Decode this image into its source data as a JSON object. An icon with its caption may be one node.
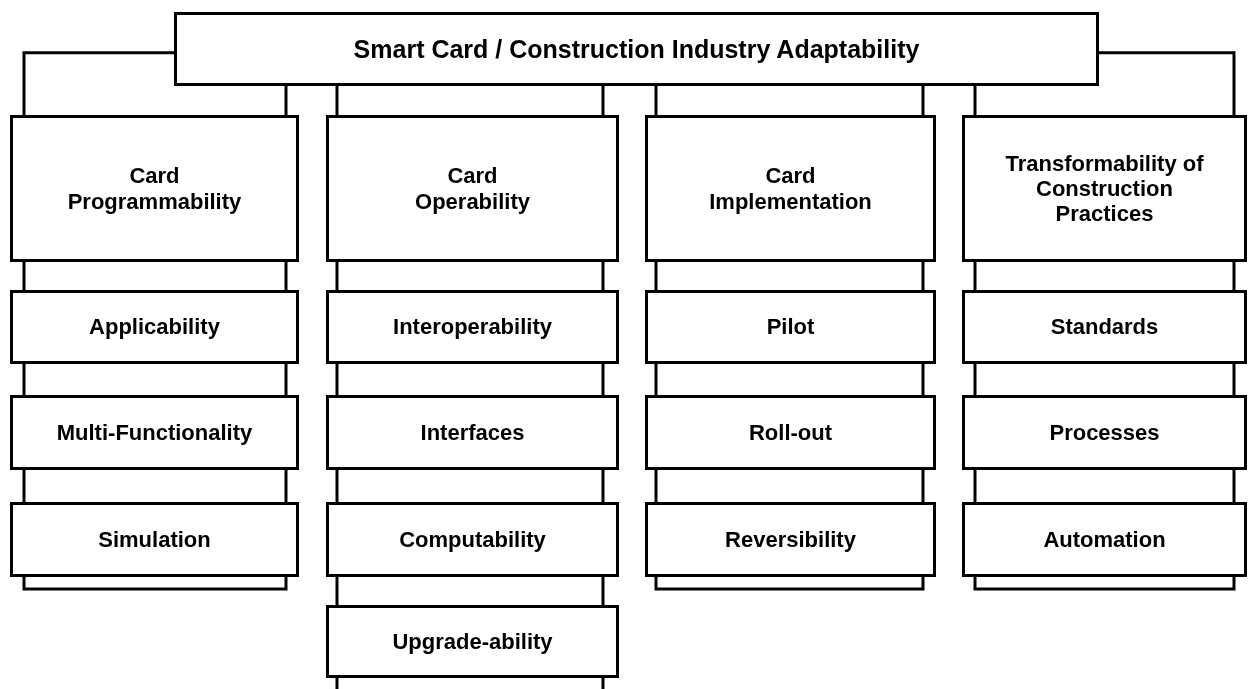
{
  "diagram": {
    "nodes": [
      {
        "text": [
          "Smart Card / Construction Industry Adaptability"
        ]
      },
      {
        "text": [
          "Card Programmability"
        ]
      },
      {
        "text": [
          "Applicability"
        ]
      },
      {
        "text": [
          "Multi-Functionality"
        ]
      },
      {
        "text": [
          "Simulation"
        ]
      },
      {
        "text": [
          "Card Operability"
        ]
      },
      {
        "text": [
          "Interoperability"
        ]
      },
      {
        "text": [
          "Interfaces"
        ]
      },
      {
        "text": [
          "Computability"
        ]
      },
      {
        "text": [
          "Upgrade-ability"
        ]
      },
      {
        "text": [
          "Card Implementation"
        ]
      },
      {
        "text": [
          "Pilot"
        ]
      },
      {
        "text": [
          "Roll-out"
        ]
      },
      {
        "text": [
          "Reversibility"
        ]
      },
      {
        "text": [
          "Transformability of Construction Practices"
        ]
      },
      {
        "text": [
          "Standards"
        ]
      },
      {
        "text": [
          "Processes"
        ]
      },
      {
        "text": [
          "Automation"
        ]
      }
    ],
    "edges": [
      {
        "from": 0,
        "to": 1,
        "arrow": "none"
      },
      {
        "from": 0,
        "to": 1,
        "arrow": "none"
      },
      {
        "from": 1,
        "to": 2,
        "arrow": "none"
      },
      {
        "from": 1,
        "to": 2,
        "arrow": "none"
      },
      {
        "from": 2,
        "to": 3,
        "arrow": "none"
      },
      {
        "from": 2,
        "to": 3,
        "arrow": "none"
      },
      {
        "from": 3,
        "to": 4,
        "arrow": "none"
      },
      {
        "from": 3,
        "to": 4,
        "arrow": "none"
      },
      {
        "from": 0,
        "to": 5,
        "arrow": "none"
      },
      {
        "from": 0,
        "to": 5,
        "arrow": "none"
      },
      {
        "from": 5,
        "to": 6,
        "arrow": "none"
      },
      {
        "from": 5,
        "to": 6,
        "arrow": "none"
      },
      {
        "from": 6,
        "to": 7,
        "arrow": "none"
      },
      {
        "from": 6,
        "to": 7,
        "arrow": "none"
      },
      {
        "from": 7,
        "to": 8,
        "arrow": "none"
      },
      {
        "from": 7,
        "to": 8,
        "arrow": "none"
      },
      {
        "from": 8,
        "to": 9,
        "arrow": "none"
      },
      {
        "from": 8,
        "to": 9,
        "arrow": "none"
      },
      {
        "from": 9,
        "to": null,
        "arrow": "none"
      },
      {
        "from": 9,
        "to": null,
        "arrow": "none"
      },
      {
        "from": 0,
        "to": 10,
        "arrow": "none"
      },
      {
        "from": 0,
        "to": 10,
        "arrow": "none"
      },
      {
        "from": 10,
        "to": 11,
        "arrow": "none"
      },
      {
        "from": 10,
        "to": 11,
        "arrow": "none"
      },
      {
        "from": 11,
        "to": 12,
        "arrow": "none"
      },
      {
        "from": 11,
        "to": 12,
        "arrow": "none"
      },
      {
        "from": 12,
        "to": 13,
        "arrow": "none"
      },
      {
        "from": 12,
        "to": 13,
        "arrow": "none"
      },
      {
        "from": 0,
        "to": 14,
        "arrow": "none"
      },
      {
        "from": 0,
        "to": 14,
        "arrow": "none"
      },
      {
        "from": 14,
        "to": 15,
        "arrow": "none"
      },
      {
        "from": 14,
        "to": 15,
        "arrow": "none"
      },
      {
        "from": 15,
        "to": 16,
        "arrow": "none"
      },
      {
        "from": 15,
        "to": 16,
        "arrow": "none"
      },
      {
        "from": 16,
        "to": 17,
        "arrow": "none"
      },
      {
        "from": 16,
        "to": 17,
        "arrow": "none"
      }
    ]
  }
}
